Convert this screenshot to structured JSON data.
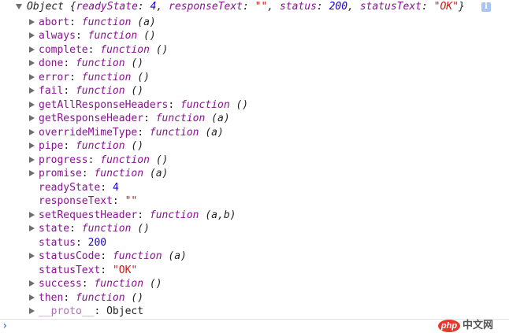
{
  "summary": {
    "type_label": "Object",
    "entries": [
      {
        "key": "readyState",
        "value": "4",
        "kind": "num"
      },
      {
        "key": "responseText",
        "value": "\"\"",
        "kind": "str"
      },
      {
        "key": "status",
        "value": "200",
        "kind": "num"
      },
      {
        "key": "statusText",
        "value": "\"OK\"",
        "kind": "str"
      }
    ]
  },
  "properties": [
    {
      "key": "abort",
      "value": "function",
      "args": "(a)",
      "kind": "fn",
      "expandable": true
    },
    {
      "key": "always",
      "value": "function",
      "args": "()",
      "kind": "fn",
      "expandable": true
    },
    {
      "key": "complete",
      "value": "function",
      "args": "()",
      "kind": "fn",
      "expandable": true
    },
    {
      "key": "done",
      "value": "function",
      "args": "()",
      "kind": "fn",
      "expandable": true
    },
    {
      "key": "error",
      "value": "function",
      "args": "()",
      "kind": "fn",
      "expandable": true
    },
    {
      "key": "fail",
      "value": "function",
      "args": "()",
      "kind": "fn",
      "expandable": true
    },
    {
      "key": "getAllResponseHeaders",
      "value": "function",
      "args": "()",
      "kind": "fn",
      "expandable": true
    },
    {
      "key": "getResponseHeader",
      "value": "function",
      "args": "(a)",
      "kind": "fn",
      "expandable": true
    },
    {
      "key": "overrideMimeType",
      "value": "function",
      "args": "(a)",
      "kind": "fn",
      "expandable": true
    },
    {
      "key": "pipe",
      "value": "function",
      "args": "()",
      "kind": "fn",
      "expandable": true
    },
    {
      "key": "progress",
      "value": "function",
      "args": "()",
      "kind": "fn",
      "expandable": true
    },
    {
      "key": "promise",
      "value": "function",
      "args": "(a)",
      "kind": "fn",
      "expandable": true
    },
    {
      "key": "readyState",
      "value": "4",
      "kind": "num",
      "expandable": false
    },
    {
      "key": "responseText",
      "value": "\"\"",
      "kind": "str",
      "expandable": false
    },
    {
      "key": "setRequestHeader",
      "value": "function",
      "args": "(a,b)",
      "kind": "fn",
      "expandable": true
    },
    {
      "key": "state",
      "value": "function",
      "args": "()",
      "kind": "fn",
      "expandable": true
    },
    {
      "key": "status",
      "value": "200",
      "kind": "num",
      "expandable": false
    },
    {
      "key": "statusCode",
      "value": "function",
      "args": "(a)",
      "kind": "fn",
      "expandable": true
    },
    {
      "key": "statusText",
      "value": "\"OK\"",
      "kind": "str",
      "expandable": false
    },
    {
      "key": "success",
      "value": "function",
      "args": "()",
      "kind": "fn",
      "expandable": true
    },
    {
      "key": "then",
      "value": "function",
      "args": "()",
      "kind": "fn",
      "expandable": true
    },
    {
      "key": "__proto__",
      "value": "Object",
      "kind": "proto",
      "expandable": true
    }
  ],
  "info_icon": "info-icon",
  "watermark": {
    "logo": "php",
    "text": "中文网"
  },
  "colors": {
    "key": "#881391",
    "number": "#1c00cf",
    "string": "#c41a16",
    "prompt": "#367cf1"
  }
}
